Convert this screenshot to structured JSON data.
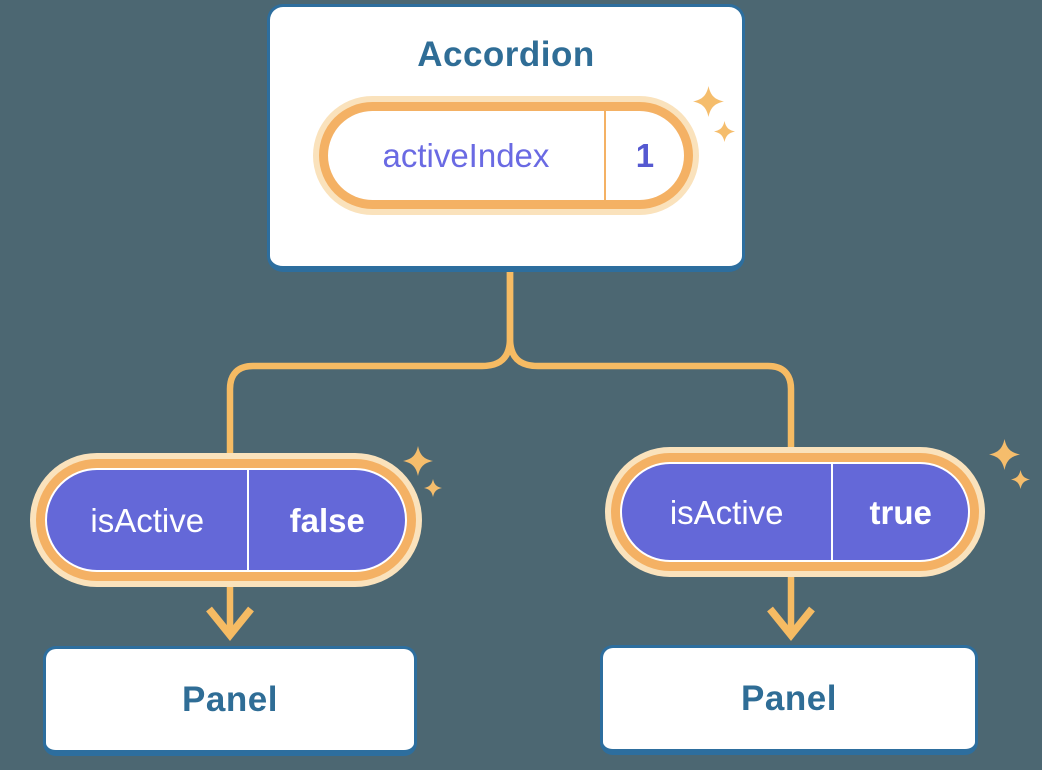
{
  "colors": {
    "background": "#4C6772",
    "card_border": "#2D6E9E",
    "card_text": "#2F6D96",
    "connector": "#F6BB63",
    "sparkle": "#F5BD6C",
    "ring_glow": "#FAE2BC",
    "ring_orange": "#F4B164",
    "pill_purple": "#6468D8",
    "state_label_text": "#6A6AE3",
    "state_value_text": "#5559D1",
    "prop_text": "#FFFFFF"
  },
  "diagram": {
    "root": {
      "title": "Accordion",
      "state_pill": {
        "label": "activeIndex",
        "value": "1"
      }
    },
    "branches": [
      {
        "prop_pill": {
          "label": "isActive",
          "value": "false"
        },
        "child": {
          "title": "Panel"
        }
      },
      {
        "prop_pill": {
          "label": "isActive",
          "value": "true"
        },
        "child": {
          "title": "Panel"
        }
      }
    ]
  }
}
